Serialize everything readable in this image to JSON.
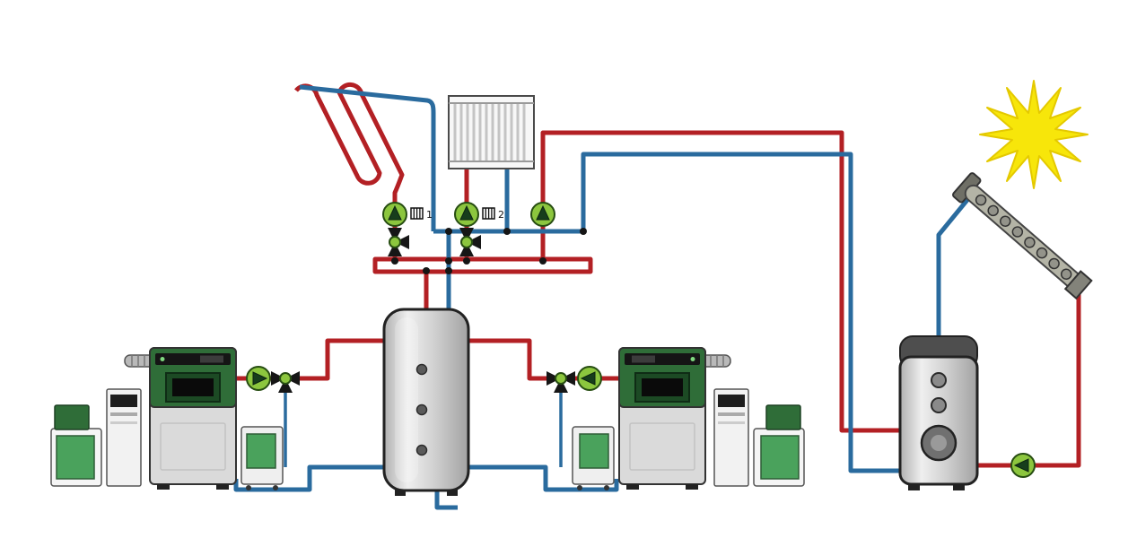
{
  "colors": {
    "pipe_hot": "#b32024",
    "pipe_cold": "#2a6b9e",
    "pump_green": "#8cc63e",
    "pump_arrow": "#173d1c",
    "valve_black": "#161616",
    "boiler_green": "#2f6d38",
    "door_green": "#1c4a24",
    "panel_green": "#4aa25c",
    "body_gray": "#dadada",
    "tank_cap": "#4e4e4e",
    "collector_gray": "#b4b4a6",
    "sun_yellow": "#f7e60a",
    "sun_edge": "#e4c900"
  },
  "circuits": [
    {
      "label": "1",
      "name": "underfloor-heating-circuit"
    },
    {
      "label": "2",
      "name": "radiator-circuit"
    }
  ],
  "components": {
    "sun": "sun-icon",
    "collector": "solar-collector",
    "solar_tank": "solar-storage-tank",
    "buffer_tank": "buffer-tank",
    "boiler_left": "pellet-boiler-left",
    "boiler_right": "pellet-boiler-right",
    "radiator": "radiator",
    "floor_coil": "underfloor-heating-coil",
    "pump": "circulation-pump",
    "valve": "three-way-mixing-valve"
  }
}
